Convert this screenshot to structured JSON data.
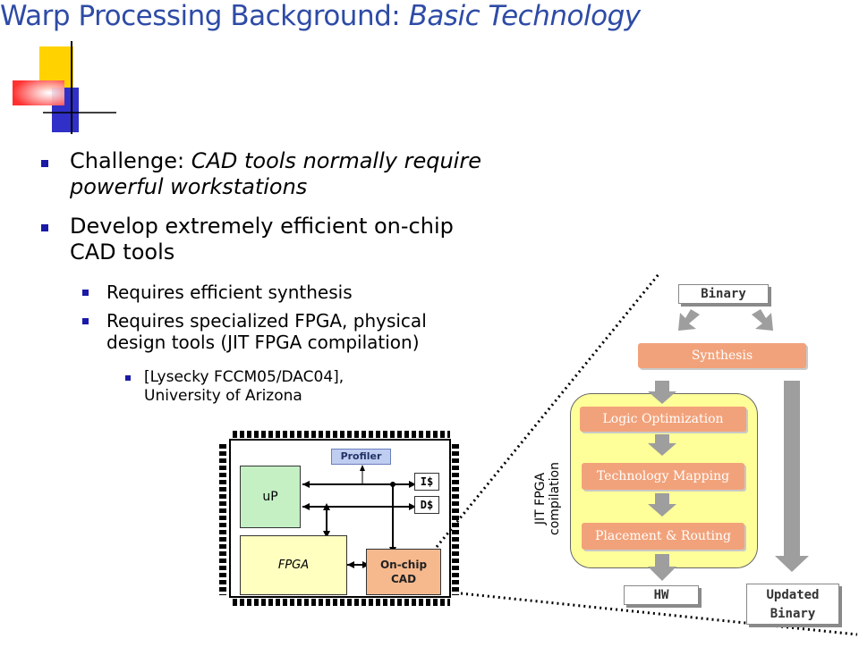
{
  "title": {
    "main": "Warp Processing Background: ",
    "italic": "Basic Technology"
  },
  "bullets": {
    "b1": {
      "lead": "Challenge: ",
      "italic_line1": "CAD tools normally require",
      "italic_line2": "powerful workstations"
    },
    "b2": {
      "line1": "Develop extremely efficient on-chip",
      "line2": "CAD tools"
    },
    "b2a": "Requires efficient synthesis",
    "b2b": {
      "line1": "Requires specialized FPGA, physical",
      "line2": "design tools (JIT FPGA compilation)"
    },
    "b2b1": {
      "line1": "[Lysecky FCCM05/DAC04],",
      "line2": "University of Arizona"
    }
  },
  "chip": {
    "profiler": "Profiler",
    "up": "uP",
    "icache": "I$",
    "dcache": "D$",
    "fpga": "FPGA",
    "cad_line1": "On-chip",
    "cad_line2": "CAD"
  },
  "flow": {
    "binary": "Binary",
    "synthesis": "Synthesis",
    "logic_opt": "Logic Optimization",
    "tech_map": "Technology Mapping",
    "place_route": "Placement & Routing",
    "jit_line1": "JIT FPGA",
    "jit_line2": "compilation",
    "hw": "HW",
    "updated_line1": "Updated",
    "updated_line2": "Binary"
  },
  "colors": {
    "title": "#2e4ba6",
    "bullet": "#1a1aa6",
    "flow_box": "#f2a27a",
    "jit_bg": "#ffff99",
    "arrow": "#9e9e9e",
    "chip_block": "#ffffc0",
    "up_block": "#c4f0c4",
    "profiler": "#bfcdf0",
    "cad_block": "#f6b98e"
  }
}
